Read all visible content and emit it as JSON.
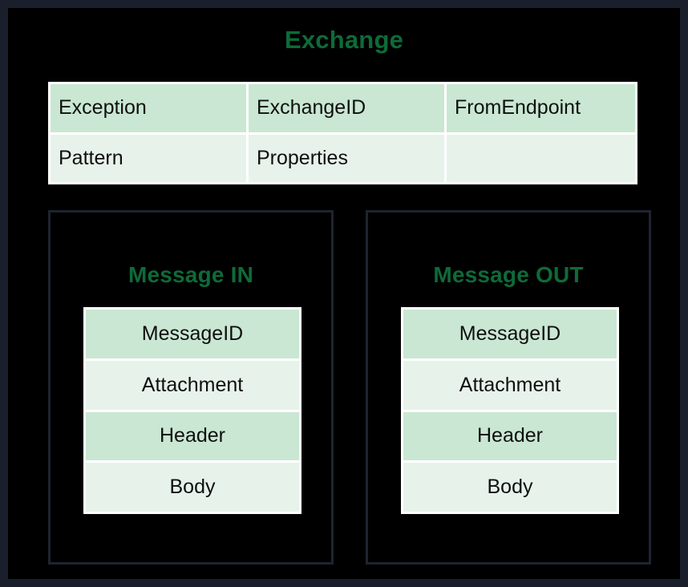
{
  "theme": {
    "frame_color": "#1a1f2b",
    "canvas_background": "#000000",
    "title_color": "#0d6b38",
    "row_shade_dark": "#c9e7d2",
    "row_shade_light": "#e7f3ea",
    "cell_text_color": "#0f0f0f",
    "panel_border_color": "#1e2430"
  },
  "diagram": {
    "title": "Exchange",
    "exchange_table": {
      "rows": [
        [
          "Exception",
          "ExchangeID",
          "FromEndpoint"
        ],
        [
          "Pattern",
          "Properties",
          ""
        ]
      ]
    },
    "panels": [
      {
        "title": "Message IN",
        "rows": [
          "MessageID",
          "Attachment",
          "Header",
          "Body"
        ]
      },
      {
        "title": "Message OUT",
        "rows": [
          "MessageID",
          "Attachment",
          "Header",
          "Body"
        ]
      }
    ]
  }
}
